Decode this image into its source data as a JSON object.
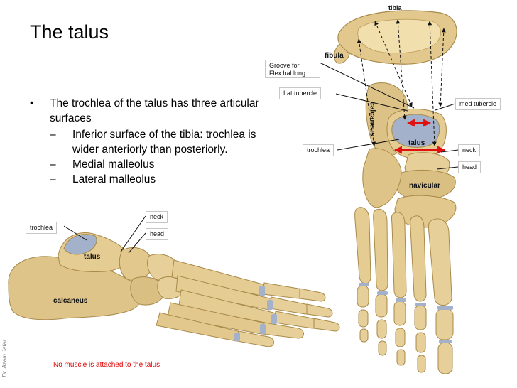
{
  "title": "The talus",
  "bullets": {
    "main": "The trochlea of the talus has three articular surfaces",
    "sub": [
      "Inferior surface of the tibia: trochlea is wider anteriorly than posteriorly.",
      "Medial malleolus",
      "Lateral malleolus"
    ]
  },
  "labels": {
    "tibia": "tibia",
    "fibula": "fibula",
    "groove": "Groove for\nFlex hal long",
    "lat_tubercle": "Lat tubercle",
    "med_tubercle": "med tubercle",
    "calcaneus_top": "calcaneus",
    "talus_top": "talus",
    "trochlea_top": "trochlea",
    "neck_top": "neck",
    "head_top": "head",
    "navicular": "navicular",
    "trochlea_side": "trochlea",
    "neck_side": "neck",
    "head_side": "head",
    "talus_side": "talus",
    "calcaneus_side": "calcaneus"
  },
  "note": "No muscle is attached to the talus",
  "credit": "Dr. Azam Jafar",
  "colors": {
    "bone": "#e3c98a",
    "cartilage": "#9aa9c6",
    "arrow_red": "#e01010",
    "note_red": "#e00000"
  }
}
